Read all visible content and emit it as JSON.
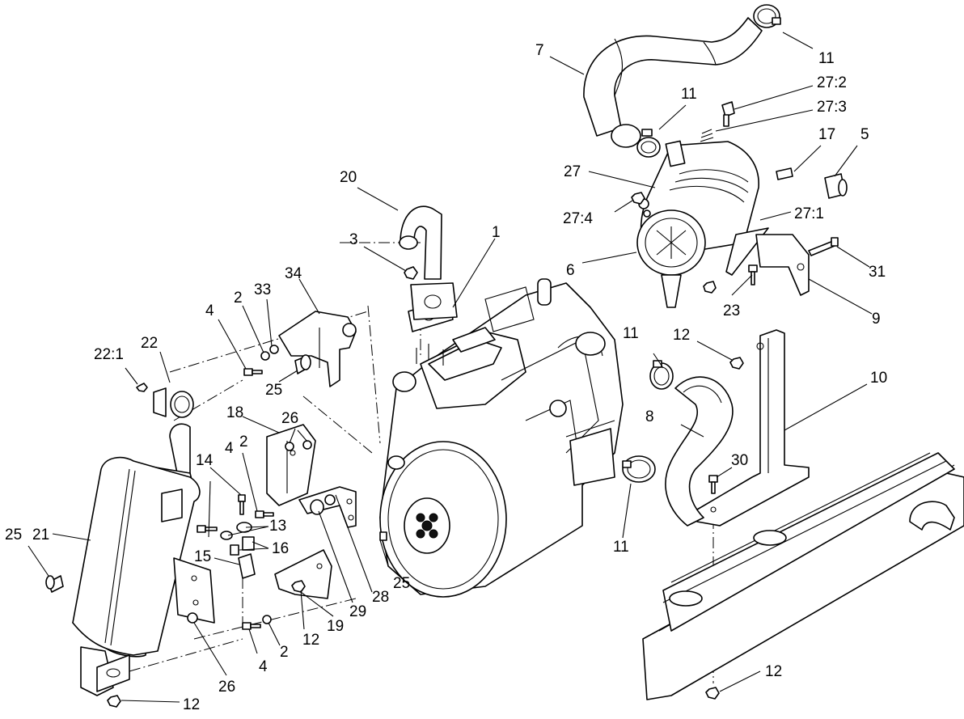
{
  "callouts": {
    "c7": "7",
    "c11a": "11",
    "c11b": "11",
    "c11c": "11",
    "c11d": "11",
    "c27_2": "27:2",
    "c27_3": "27:3",
    "c17": "17",
    "c5": "5",
    "c27": "27",
    "c27_4": "27:4",
    "c27_1": "27:1",
    "c20": "20",
    "c3": "3",
    "c1": "1",
    "c6": "6",
    "c31": "31",
    "c23": "23",
    "c9": "9",
    "c34": "34",
    "c33": "33",
    "c2a": "2",
    "c4a": "4",
    "c22_1": "22:1",
    "c22": "22",
    "c25a": "25",
    "c12a": "12",
    "c10": "10",
    "c18": "18",
    "c26a": "26",
    "c2b": "2",
    "c4b": "4",
    "c14": "14",
    "c8": "8",
    "c30": "30",
    "c13": "13",
    "c16": "16",
    "c21": "21",
    "c25b": "25",
    "c15": "15",
    "c25c": "25",
    "c28": "28",
    "c29": "29",
    "c19": "19",
    "c12b": "12",
    "c2c": "2",
    "c4c": "4",
    "c26b": "26",
    "c12c": "12",
    "c12d": "12"
  }
}
